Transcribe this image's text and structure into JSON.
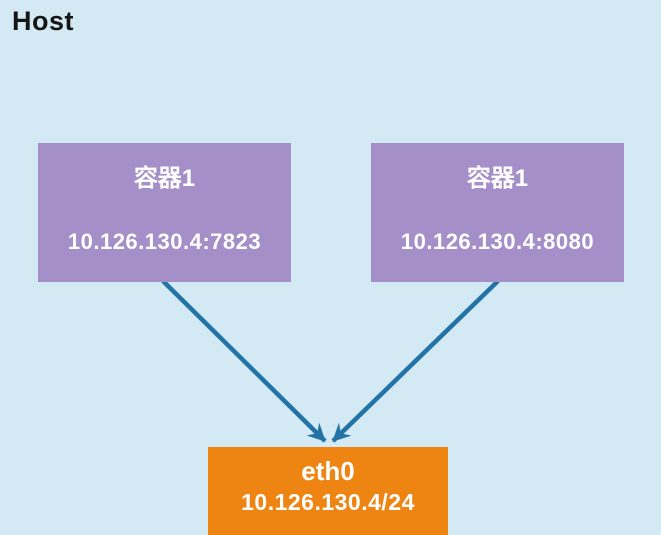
{
  "colors": {
    "background": "#d3e9f3",
    "container_box": "#a58fc8",
    "eth_box": "#ee8411",
    "arrow": "#2373a7",
    "title_text": "#161616",
    "box_text": "#ffffff"
  },
  "host": {
    "label": "Host"
  },
  "containers": [
    {
      "name": "容器1",
      "address": "10.126.130.4:7823"
    },
    {
      "name": "容器1",
      "address": "10.126.130.4:8080"
    }
  ],
  "interface": {
    "name": "eth0",
    "address": "10.126.130.4/24"
  }
}
